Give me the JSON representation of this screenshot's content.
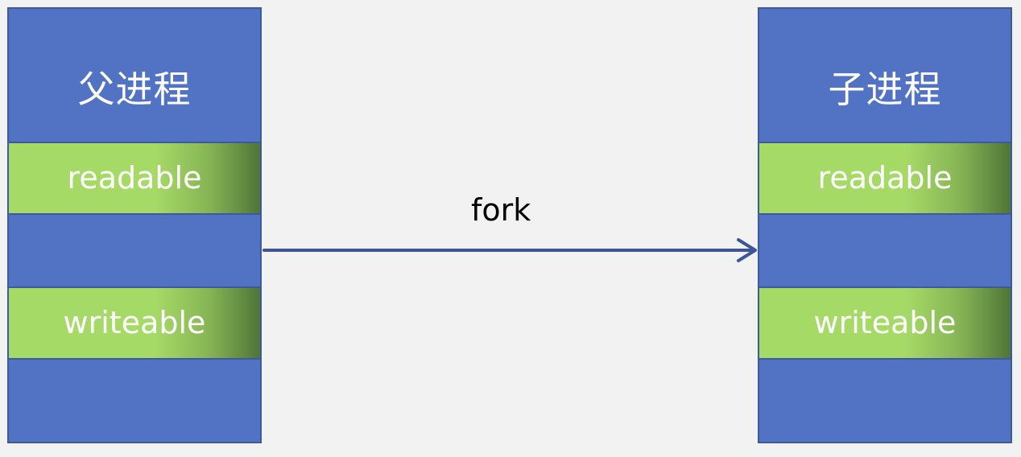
{
  "parent_process": {
    "title": "父进程",
    "segments": [
      "readable",
      "writeable"
    ]
  },
  "child_process": {
    "title": "子进程",
    "segments": [
      "readable",
      "writeable"
    ]
  },
  "arrow": {
    "label": "fork",
    "color": "#3c5698"
  },
  "colors": {
    "background": "#f2f2f2",
    "process_block": "#5272c4",
    "segment_green": "#a6da67",
    "segment_dark_green": "#4f7537"
  }
}
